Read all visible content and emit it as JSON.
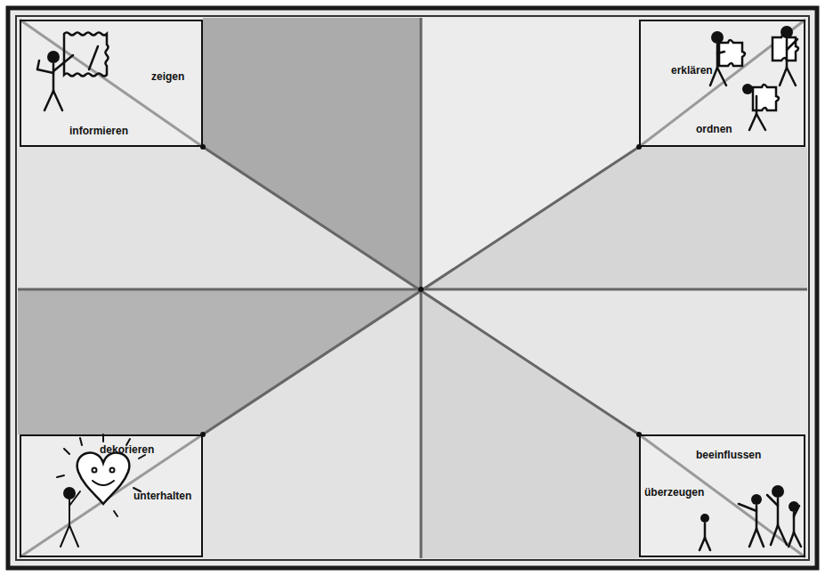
{
  "diagram": {
    "nodes": [
      {
        "text": [
          "zeigen",
          "informieren"
        ]
      },
      {
        "text": [
          "erklären",
          "ordnen"
        ]
      },
      {
        "text": [
          "dekorieren",
          "unterhalten"
        ]
      },
      {
        "text": [
          "beeinflussen",
          "überzeugen"
        ]
      }
    ]
  }
}
